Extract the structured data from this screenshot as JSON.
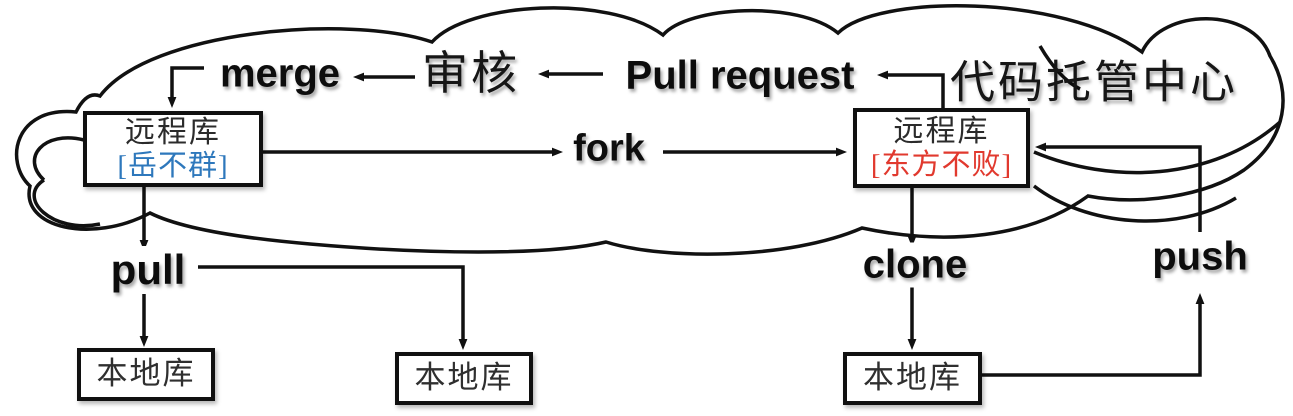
{
  "diagram": {
    "labels": {
      "merge": "merge",
      "review": "审核",
      "pull_request": "Pull request",
      "hosting_center": "代码托管中心",
      "fork": "fork",
      "pull": "pull",
      "clone": "clone",
      "push": "push"
    },
    "nodes": {
      "remote_left": {
        "title": "远程库",
        "owner": "[岳不群]"
      },
      "remote_right": {
        "title": "远程库",
        "owner": "[东方不败]"
      },
      "local_1": {
        "title": "本地库"
      },
      "local_2": {
        "title": "本地库"
      },
      "local_3": {
        "title": "本地库"
      }
    },
    "flows": [
      {
        "from": "remote_left",
        "to": "local_1",
        "label": "pull"
      },
      {
        "from": "remote_left",
        "to": "local_2",
        "label": "pull"
      },
      {
        "from": "remote_left",
        "to": "remote_right",
        "label": "fork"
      },
      {
        "from": "remote_right",
        "to": "pull_request",
        "label": ""
      },
      {
        "from": "pull_request",
        "to": "review",
        "label": ""
      },
      {
        "from": "review",
        "to": "merge",
        "label": ""
      },
      {
        "from": "merge",
        "to": "remote_left",
        "label": ""
      },
      {
        "from": "remote_right",
        "to": "local_3",
        "label": "clone"
      },
      {
        "from": "local_3",
        "to": "remote_right",
        "label": "push"
      }
    ],
    "colors": {
      "line": "#111111",
      "owner_left_blue": "#2e78bc",
      "owner_right_red": "#e1392e",
      "background": "#ffffff"
    }
  }
}
